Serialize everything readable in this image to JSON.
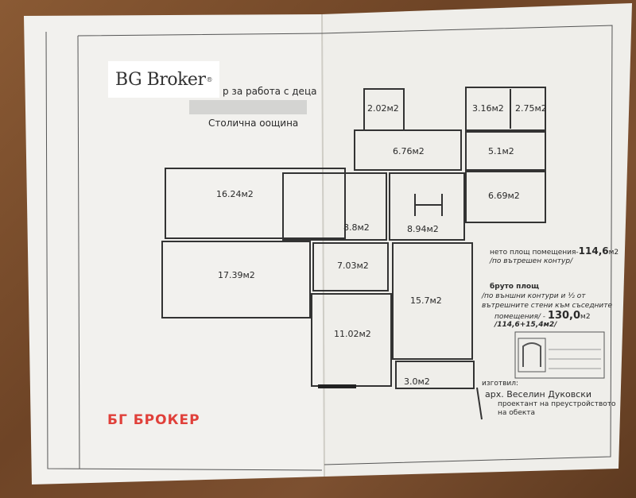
{
  "logo": {
    "text": "BG Broker",
    "reg": "®"
  },
  "header": {
    "line1": "р за работа с деца",
    "line2": "Столична оощина"
  },
  "rooms": [
    {
      "id": "r1",
      "label": "2.02м2"
    },
    {
      "id": "r2",
      "label": "3.16м2"
    },
    {
      "id": "r3",
      "label": "2.75м2"
    },
    {
      "id": "r4",
      "label": "6.76м2"
    },
    {
      "id": "r5",
      "label": "5.1м2"
    },
    {
      "id": "r6",
      "label": "16.24м2"
    },
    {
      "id": "r7",
      "label": "6.69м2"
    },
    {
      "id": "r8",
      "label": "8.8м2"
    },
    {
      "id": "r9",
      "label": "8.94м2"
    },
    {
      "id": "r10",
      "label": "17.39м2"
    },
    {
      "id": "r11",
      "label": "7.03м2"
    },
    {
      "id": "r12",
      "label": "15.7м2"
    },
    {
      "id": "r13",
      "label": "11.02м2"
    },
    {
      "id": "r14",
      "label": "3.0м2"
    }
  ],
  "summary": {
    "net_label": "нето площ помещения-",
    "net_value": "114,6",
    "net_unit": "м2",
    "net_note": "/по вътрешен контур/",
    "gross_label": "бруто площ",
    "gross_note1": "/по външни контури и ½ от",
    "gross_note2": "вътрешните стени към съседните",
    "gross_note3": "помещения/ -",
    "gross_value": "130,0",
    "gross_unit": "м2",
    "gross_formula": "/114,6+15,4м2/"
  },
  "signature": {
    "made_by": "изготвил:",
    "name": "арх. Веселин Дуковски",
    "role1": "проектант на преустройството",
    "role2": "на обекта"
  },
  "watermark": "БГ БРОКЕР"
}
